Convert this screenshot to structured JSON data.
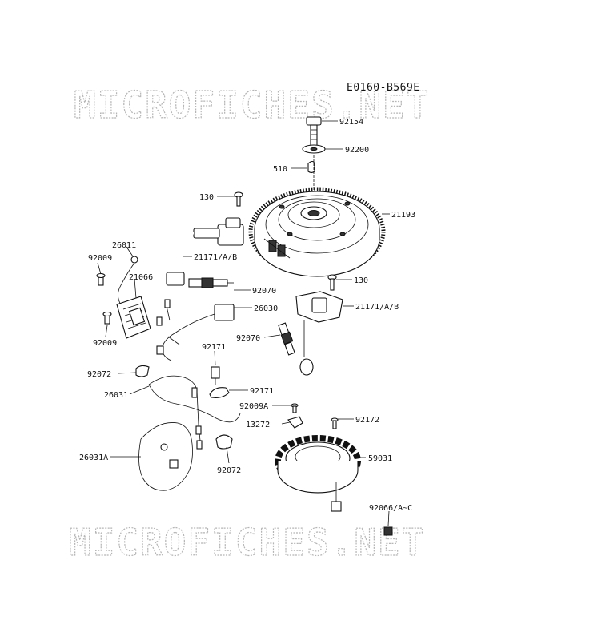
{
  "diagram_code": "E0160-B569E",
  "watermark": "MICROFICHES.NET",
  "parts": {
    "p92154": "92154",
    "p92200": "92200",
    "p510": "510",
    "p130a": "130",
    "p21193": "21193",
    "p26011": "26011",
    "p92009a": "92009",
    "p21066": "21066",
    "p21171a": "21171/A/B",
    "p92070a": "92070",
    "p130b": "130",
    "p26030": "26030",
    "p21171b": "21171/A/B",
    "p92009b": "92009",
    "p92070b": "92070",
    "p92171a": "92171",
    "p92072a": "92072",
    "p26031": "26031",
    "p92171b": "92171",
    "p92009A": "92009A",
    "p92172": "92172",
    "p13272": "13272",
    "p26031A": "26031A",
    "p59031": "59031",
    "p92072b": "92072",
    "p92066": "92066/A~C"
  }
}
